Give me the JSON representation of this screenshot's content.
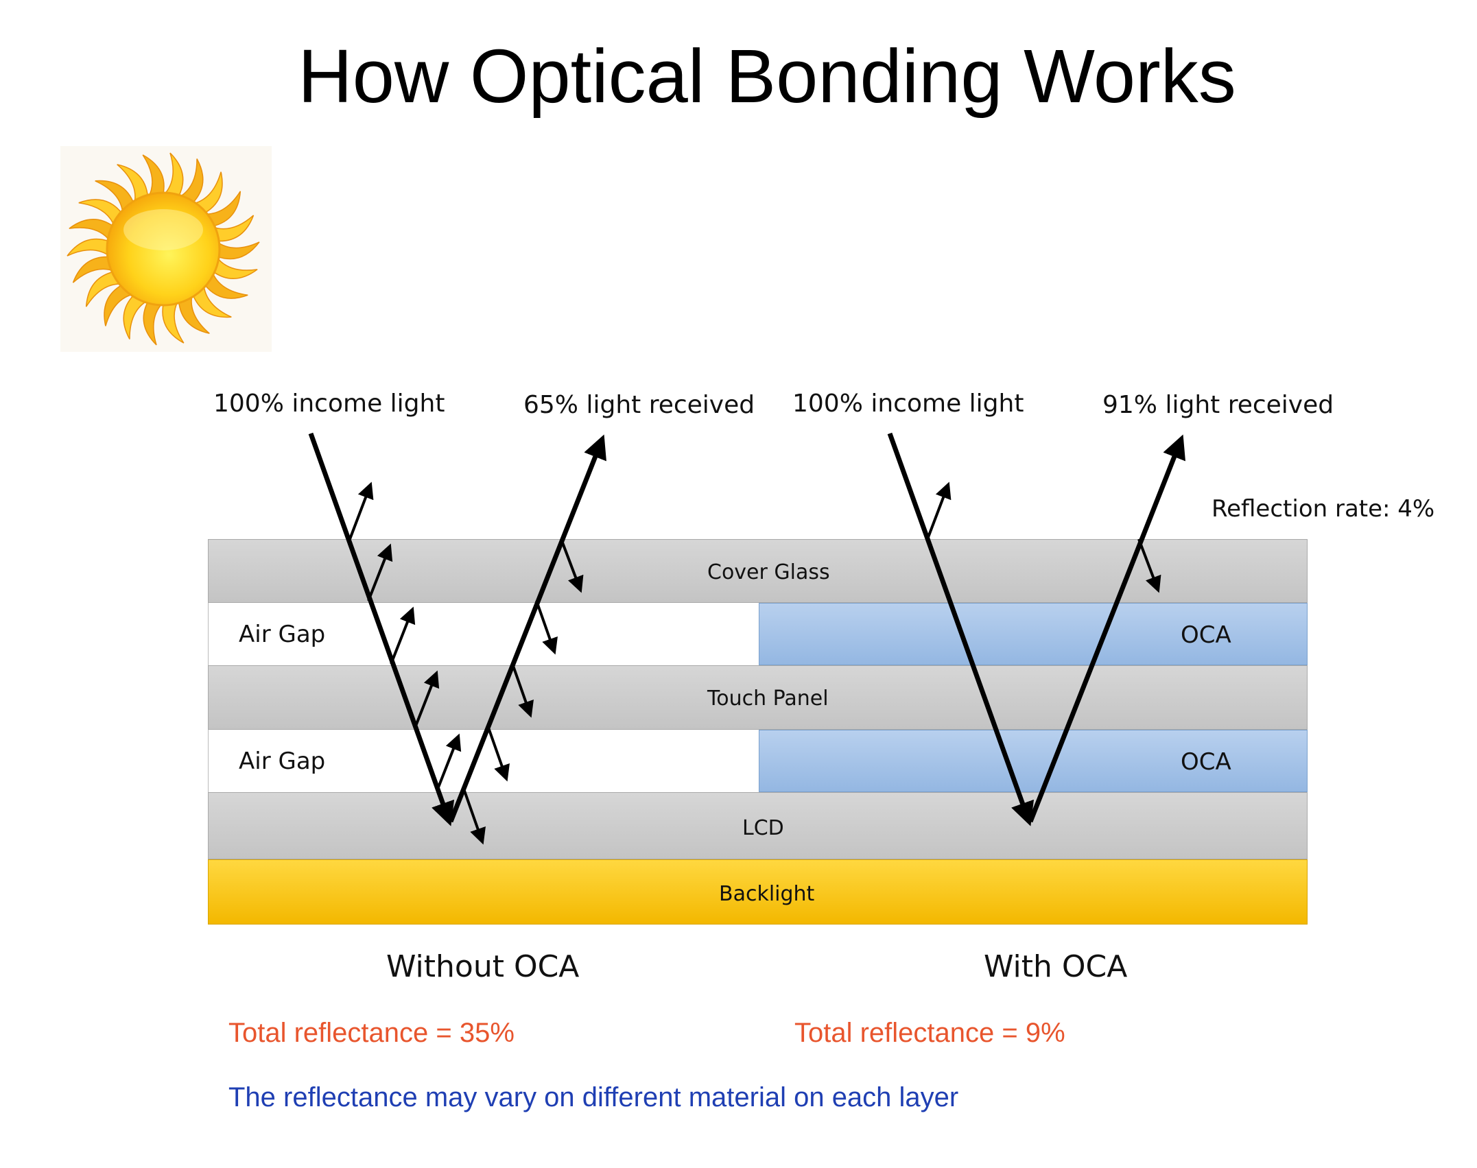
{
  "title": "How Optical Bonding Works",
  "sun_icon": "sun-icon",
  "left": {
    "incoming_label": "100% income light",
    "received_label": "65% light received",
    "caption": "Without OCA",
    "reflectance": "Total reflectance = 35%"
  },
  "right": {
    "incoming_label": "100% income light",
    "received_label": "91% light received",
    "caption": "With OCA",
    "reflectance": "Total reflectance = 9%",
    "reflection_rate": "Reflection rate: 4%"
  },
  "layers": {
    "cover_glass": "Cover Glass",
    "air_gap_1": "Air Gap",
    "oca_1": "OCA",
    "touch_panel": "Touch Panel",
    "air_gap_2": "Air Gap",
    "oca_2": "OCA",
    "lcd": "LCD",
    "backlight": "Backlight"
  },
  "note": "The reflectance may vary on different material on each layer",
  "colors": {
    "layer_gray": "#cccccc",
    "oca_blue": "#a6c3e8",
    "backlight_yellow": "#fcc910",
    "reflectance_red": "#e8552d",
    "note_blue": "#1f3fb3"
  }
}
